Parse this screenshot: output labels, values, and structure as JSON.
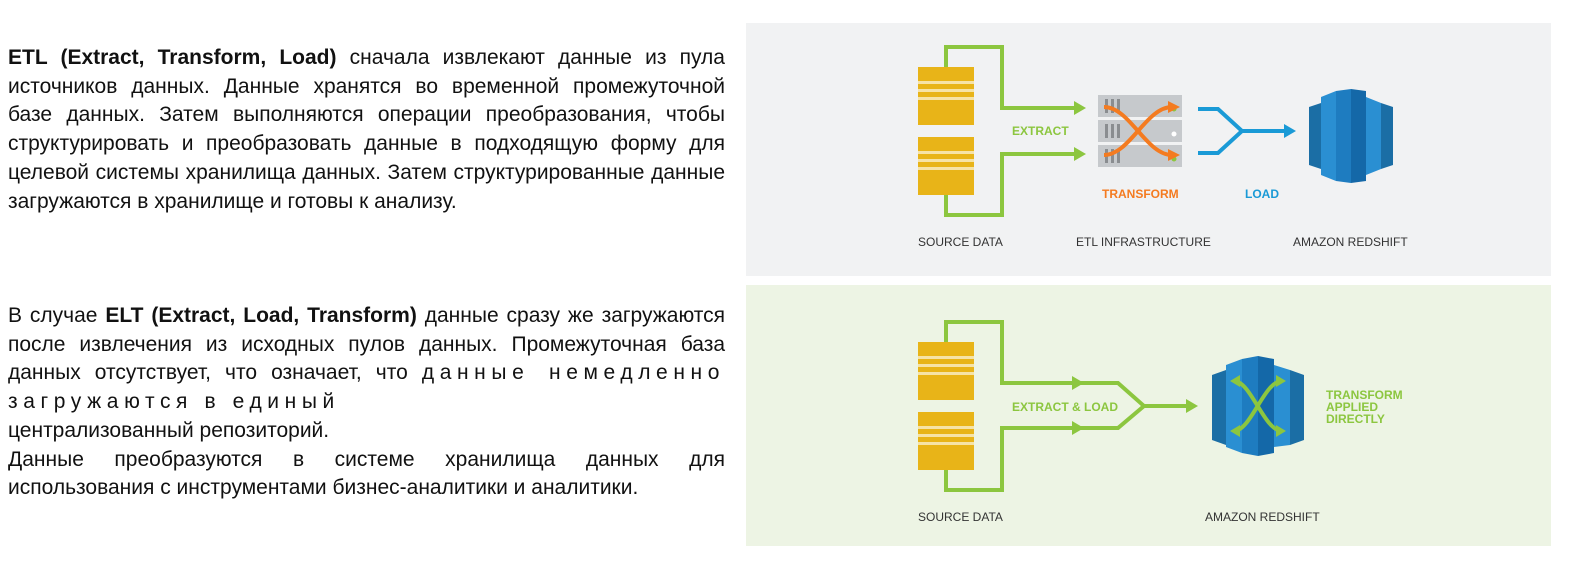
{
  "etl_text": {
    "term": "ETL (Extract, Transform, Load)",
    "line1_rest": " сначала извлекают данные",
    "line2": "из пула источников данных. Данные хранятся во временной",
    "line3": "промежуточной базе данных. Затем выполняются операции",
    "line4": "преобразования, чтобы структурировать и преобразовать",
    "line5": "данные в подходящую форму для целевой системы",
    "line6": "хранилища данных. Затем структурированные данные",
    "line7": "загружаются в хранилище и готовы к анализу."
  },
  "elt_text": {
    "prefix": "В случае ",
    "term": "ELT (Extract, Load, Transform)",
    "line1_rest": " данные сразу же",
    "line2": "загружаются после извлечения из исходных пулов данных.",
    "line3": "Промежуточная база данных отсутствует, что означает, что",
    "line4": "данные немедленно загружаются в единый",
    "line5": "централизованный репозиторий.",
    "line6": "Данные преобразуются в системе хранилища данных для",
    "line7": "использования с инструментами бизнес-аналитики и",
    "line8": "аналитики."
  },
  "etl_diagram": {
    "extract_label": "EXTRACT",
    "transform_label": "TRANSFORM",
    "load_label": "LOAD",
    "source_label": "SOURCE DATA",
    "infra_label": "ETL INFRASTRUCTURE",
    "target_label": "AMAZON REDSHIFT"
  },
  "elt_diagram": {
    "extract_load_label": "EXTRACT & LOAD",
    "transform_line1": "TRANSFORM",
    "transform_line2": "APPLIED",
    "transform_line3": "DIRECTLY",
    "source_label": "SOURCE DATA",
    "target_label": "AMAZON REDSHIFT"
  },
  "colors": {
    "green": "#8cc63f",
    "orange": "#f47b20",
    "blue": "#1a9ad6",
    "yellow": "#e8b418",
    "label_gray": "#333333"
  }
}
